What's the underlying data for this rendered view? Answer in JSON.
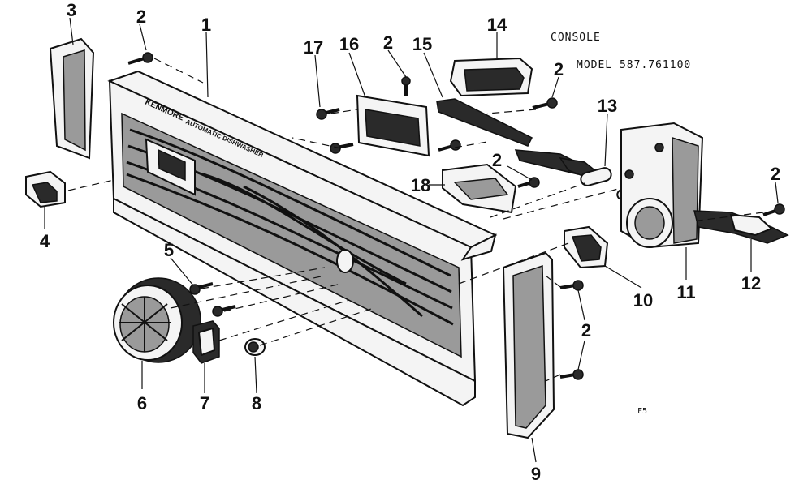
{
  "header": {
    "title": "CONSOLE",
    "model": "MODEL 587.761100"
  },
  "panel": {
    "brand": "KENMORE",
    "subtitle": "AUTOMATIC DISHWASHER"
  },
  "footer_mark": "F5",
  "callouts": {
    "c1": "1",
    "c2a": "2",
    "c2b": "2",
    "c2c": "2",
    "c2d": "2",
    "c2e": "2",
    "c2f": "2",
    "c3": "3",
    "c4": "4",
    "c5": "5",
    "c6": "6",
    "c7": "7",
    "c8": "8",
    "c9": "9",
    "c10": "10",
    "c11": "11",
    "c12": "12",
    "c13": "13",
    "c14": "14",
    "c15": "15",
    "c16": "16",
    "c17": "17",
    "c18": "18"
  },
  "parts": [
    "console-panel",
    "screw",
    "end-cap-left",
    "switch-4",
    "screw-5",
    "timer-knob",
    "rocker-switch-7",
    "button-8",
    "end-cap-right",
    "switch-10",
    "timer-11",
    "harness-12",
    "spacer-13",
    "bracket-14",
    "lever-15",
    "mounting-plate-16",
    "screw-17",
    "bracket-18"
  ]
}
